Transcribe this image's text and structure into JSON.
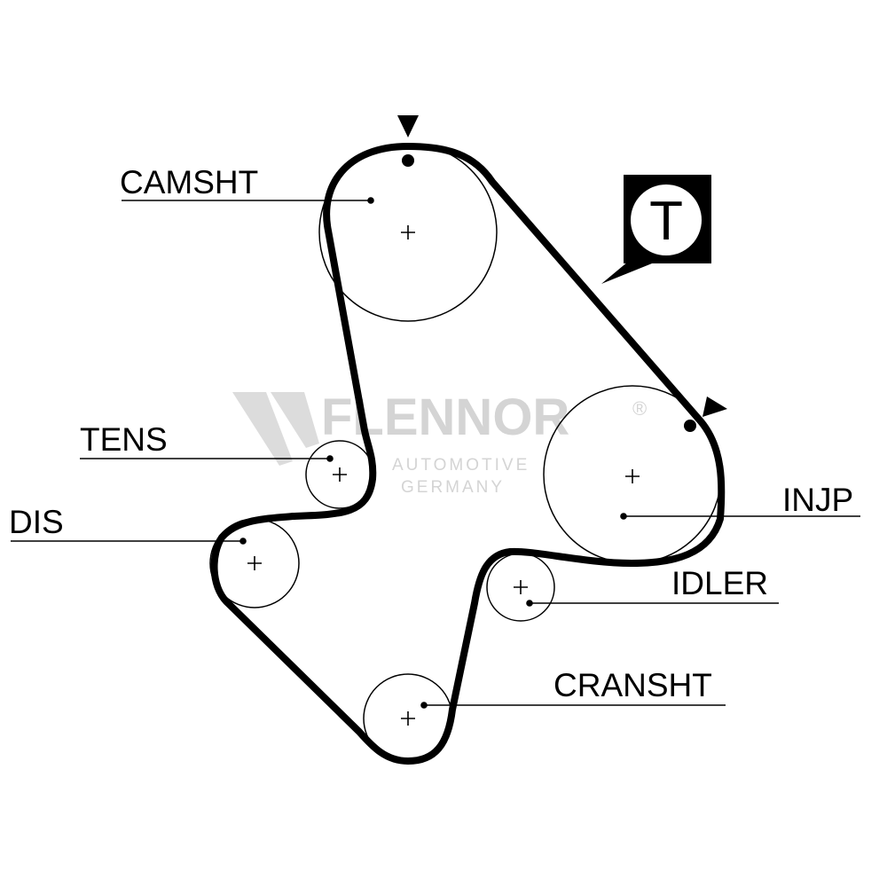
{
  "pulleys": {
    "camshaft": "CAMSHT",
    "tensioner": "TENS",
    "distributor": "DIS",
    "injection_pump": "INJP",
    "idler": "IDLER",
    "crankshaft": "CRANSHT"
  },
  "badge": {
    "letter": "T"
  },
  "watermark": {
    "brand": "FLENNOR",
    "registered": "®",
    "line1": "AUTOMOTIVE",
    "line2": "GERMANY"
  },
  "icons": [
    "timing-mark-icon",
    "tension-badge-icon",
    "plus-center-icon"
  ]
}
